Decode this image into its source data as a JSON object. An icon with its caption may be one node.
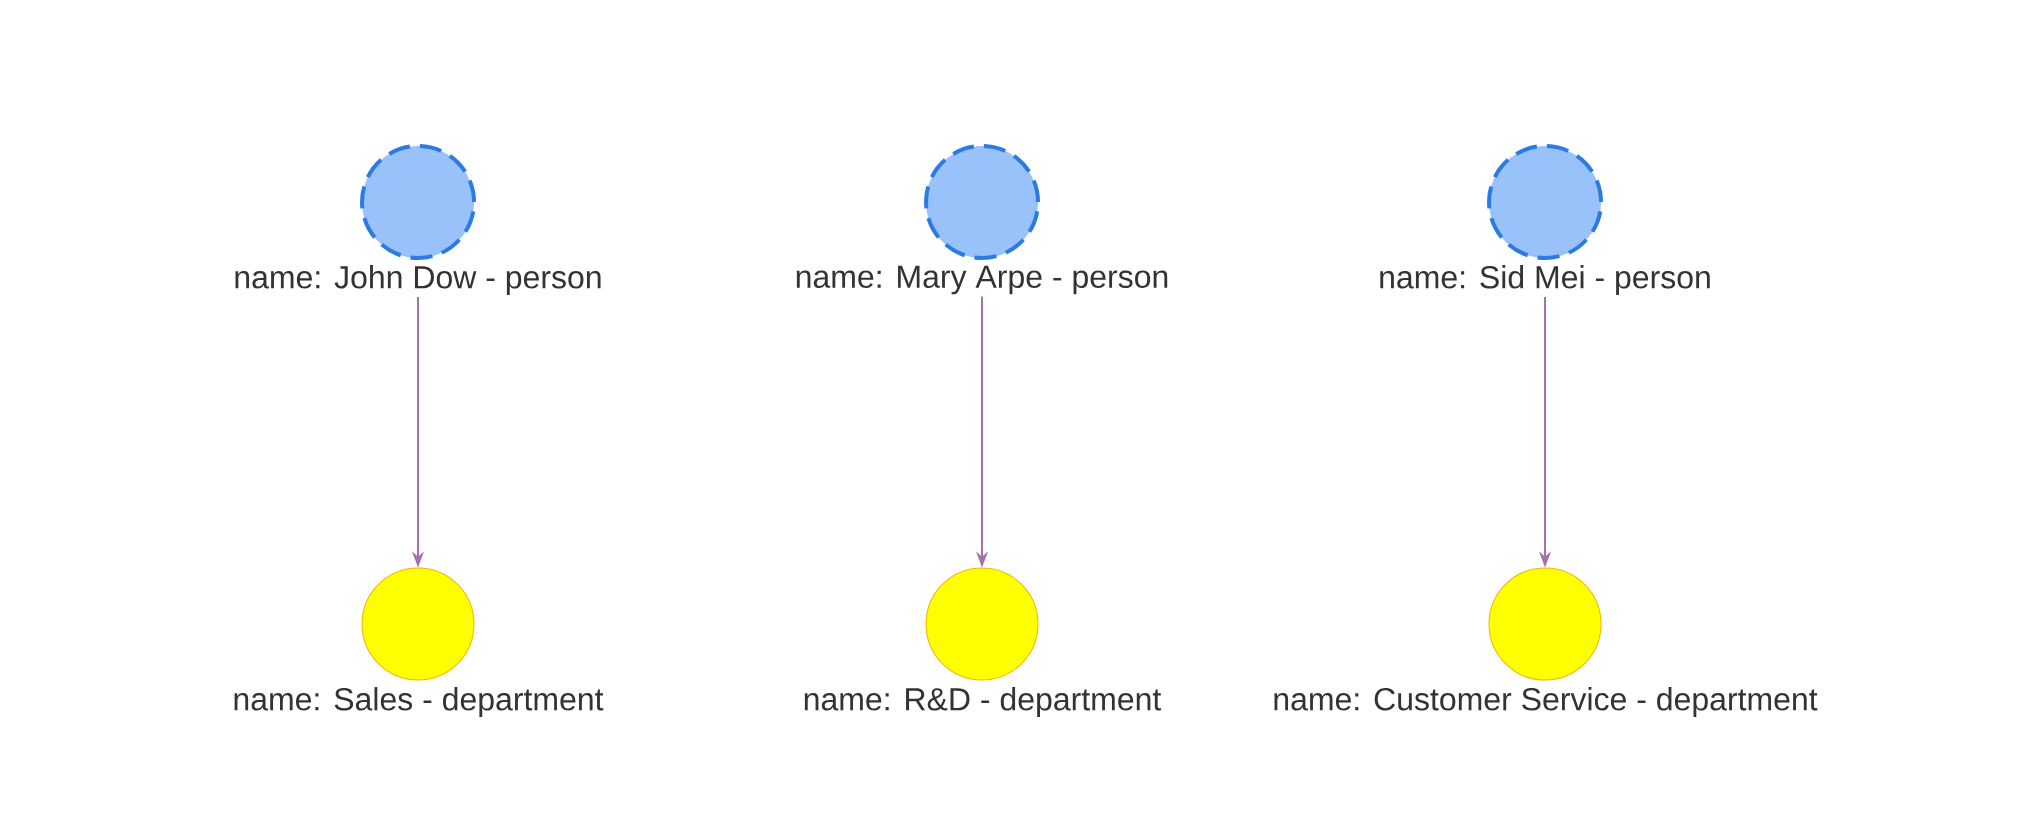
{
  "diagram": {
    "nodes": [
      {
        "text": [
          "name: John Dow - person"
        ]
      },
      {
        "text": [
          "name: Mary Arpe - person"
        ]
      },
      {
        "text": [
          "name: Sid Mei - person"
        ]
      },
      {
        "text": [
          "name: Sales - department"
        ]
      },
      {
        "text": [
          "name: R&D - department"
        ]
      },
      {
        "text": [
          "name: Customer Service - department"
        ]
      }
    ],
    "edges": [
      {
        "from": 0,
        "to": 3,
        "arrow": "to"
      },
      {
        "from": 1,
        "to": 4,
        "arrow": "to"
      },
      {
        "from": 2,
        "to": 5,
        "arrow": "to"
      }
    ]
  }
}
